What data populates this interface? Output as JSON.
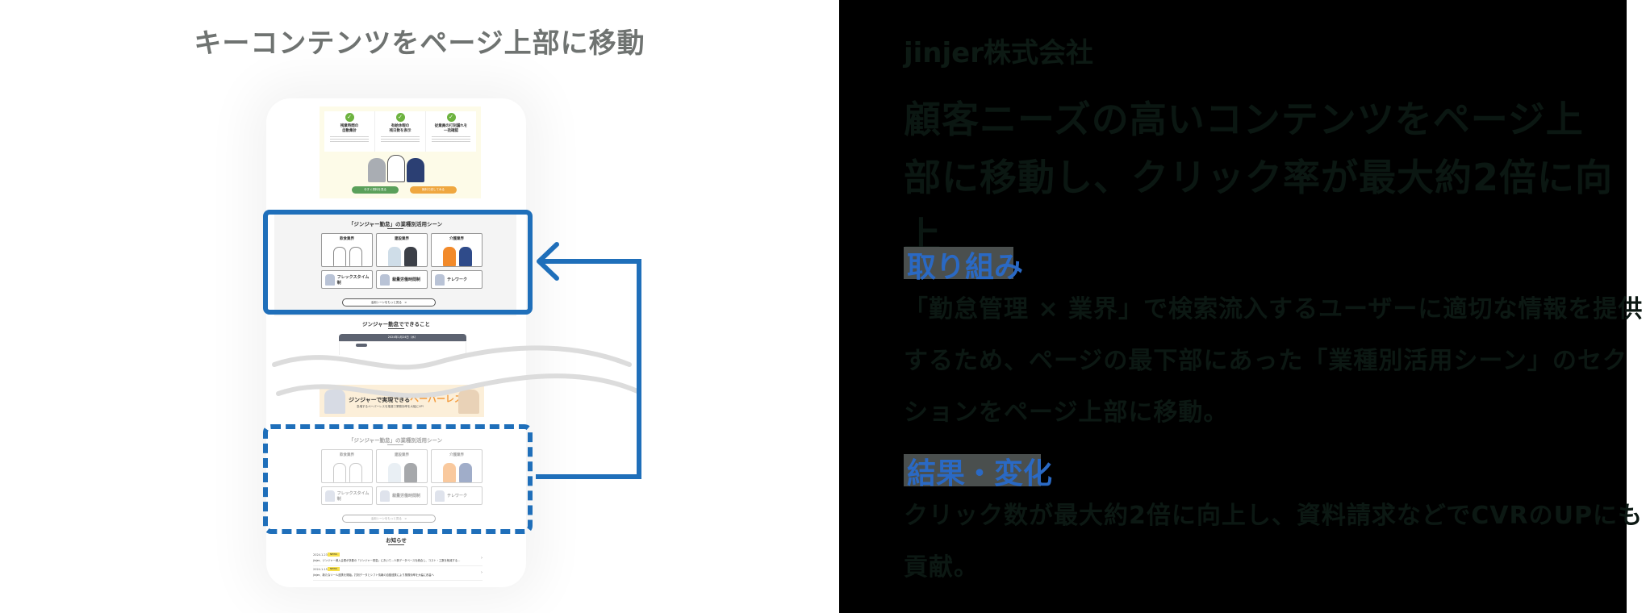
{
  "left": {
    "title": "キーコンテンツをページ上部に移動",
    "hero": {
      "features": [
        {
          "title": "残業時間の\n自動集計"
        },
        {
          "title": "有給休暇の\n残日数を表示"
        },
        {
          "title": "従業員の打刻漏れを\n一括確認"
        }
      ],
      "buttons": [
        {
          "label": "今すぐ資料を見る",
          "color": "#5aa05a"
        },
        {
          "label": "無料で試してみる",
          "color": "#efa740"
        }
      ]
    },
    "scene_section": {
      "title": "「ジンジャー勤怠」の業種別活用シーン",
      "big_cards": [
        {
          "label": "飲食業界"
        },
        {
          "label": "建設業界"
        },
        {
          "label": "介護業界"
        }
      ],
      "small_cards": [
        {
          "label": "フレックスタイム制"
        },
        {
          "label": "裁量労働時間制"
        },
        {
          "label": "テレワーク"
        }
      ],
      "more_button": "活用シーンをもっと見る　>"
    },
    "cando": {
      "title": "ジンジャー勤怠でできること",
      "dashboard_header": "2024年1月24日（水）"
    },
    "banner": {
      "title_prefix": "ジンジャーで実現できる",
      "title_accent": "ペーパーレス化",
      "subtitle": "急増するペーパーレスを推進で業務効率を大幅にUP!"
    },
    "news": {
      "title": "お知らせ",
      "items": [
        {
          "date": "2024.1.23",
          "badge": "NEWS",
          "text": "jinjer、ジンジャー導入企業が多数の『ジンジャー勤怠』において…人事データベースを統合し、コスト・工数を削減する…"
        },
        {
          "date": "2024.1.15",
          "badge": "NEWS",
          "text": "jinjer、新たなツール連携を開始。打刻データとシフト情報の自動連携により業務効率を大幅に改善へ"
        }
      ]
    },
    "accent_color": "#1f6fba"
  },
  "right": {
    "company": "jinjer株式会社",
    "headline": "顧客ニーズの高いコンテンツをページ上部に移動し、クリック率が最大約2倍に向上",
    "initiative": {
      "label": "取り組み",
      "text": "「勤怠管理 × 業界」で検索流入するユーザーに適切な情報を提供するため、ページの最下部にあった「業種別活用シーン」のセクションをページ上部に移動。"
    },
    "result": {
      "label": "結果・変化",
      "text": "クリック数が最大約2倍に向上し、資料請求などでCVRのUPにも貢献。"
    },
    "label_color": "#2a69c4"
  }
}
